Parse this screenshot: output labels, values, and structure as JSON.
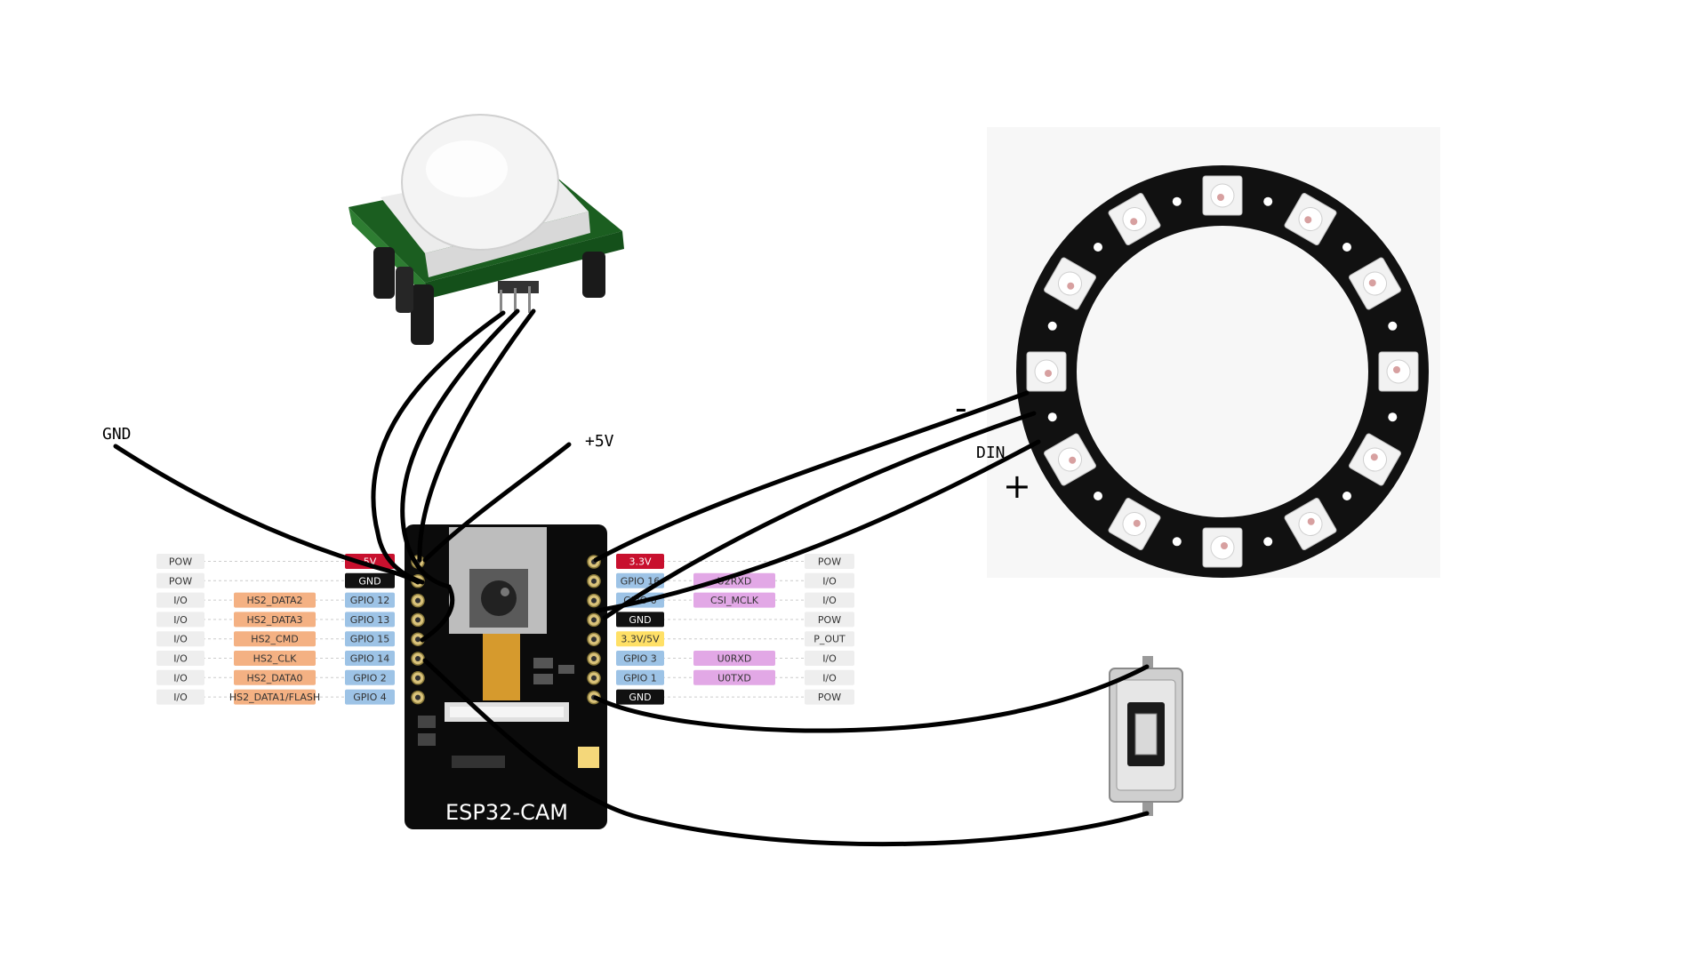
{
  "wire_labels": {
    "gnd": "GND",
    "plus5v": "+5V",
    "minus": "-",
    "din": "DIN",
    "plus": "+"
  },
  "board": {
    "title": "ESP32-CAM"
  },
  "left_pins": [
    {
      "type": "POW",
      "func": "",
      "gpio": "5V",
      "gpio_color": "#c8102e"
    },
    {
      "type": "POW",
      "func": "",
      "gpio": "GND",
      "gpio_color": "#111111"
    },
    {
      "type": "I/O",
      "func": "HS2_DATA2",
      "gpio": "GPIO 12",
      "gpio_color": "#9dc3e6"
    },
    {
      "type": "I/O",
      "func": "HS2_DATA3",
      "gpio": "GPIO 13",
      "gpio_color": "#9dc3e6"
    },
    {
      "type": "I/O",
      "func": "HS2_CMD",
      "gpio": "GPIO 15",
      "gpio_color": "#9dc3e6"
    },
    {
      "type": "I/O",
      "func": "HS2_CLK",
      "gpio": "GPIO 14",
      "gpio_color": "#9dc3e6"
    },
    {
      "type": "I/O",
      "func": "HS2_DATA0",
      "gpio": "GPIO 2",
      "gpio_color": "#9dc3e6"
    },
    {
      "type": "I/O",
      "func": "HS2_DATA1/FLASH",
      "gpio": "GPIO 4",
      "gpio_color": "#9dc3e6"
    }
  ],
  "right_pins": [
    {
      "gpio": "3.3V",
      "gpio_color": "#c8102e",
      "func": "",
      "type": "POW"
    },
    {
      "gpio": "GPIO 16",
      "gpio_color": "#9dc3e6",
      "func": "U2RXD",
      "type": "I/O"
    },
    {
      "gpio": "GPIO 0",
      "gpio_color": "#9dc3e6",
      "func": "CSI_MCLK",
      "type": "I/O"
    },
    {
      "gpio": "GND",
      "gpio_color": "#111111",
      "func": "",
      "type": "POW"
    },
    {
      "gpio": "3.3V/5V",
      "gpio_color": "#ffe066",
      "func": "",
      "type": "P_OUT"
    },
    {
      "gpio": "GPIO 3",
      "gpio_color": "#9dc3e6",
      "func": "U0RXD",
      "type": "I/O"
    },
    {
      "gpio": "GPIO 1",
      "gpio_color": "#9dc3e6",
      "func": "U0TXD",
      "type": "I/O"
    },
    {
      "gpio": "GND",
      "gpio_color": "#111111",
      "func": "",
      "type": "POW"
    }
  ],
  "colors": {
    "func_left": "#f4b183",
    "func_right": "#e2a8e6",
    "type_bg": "#eeeeee",
    "board": "#0b0b0b",
    "ring": "#111111",
    "pcb_green": "#2e7d32"
  }
}
